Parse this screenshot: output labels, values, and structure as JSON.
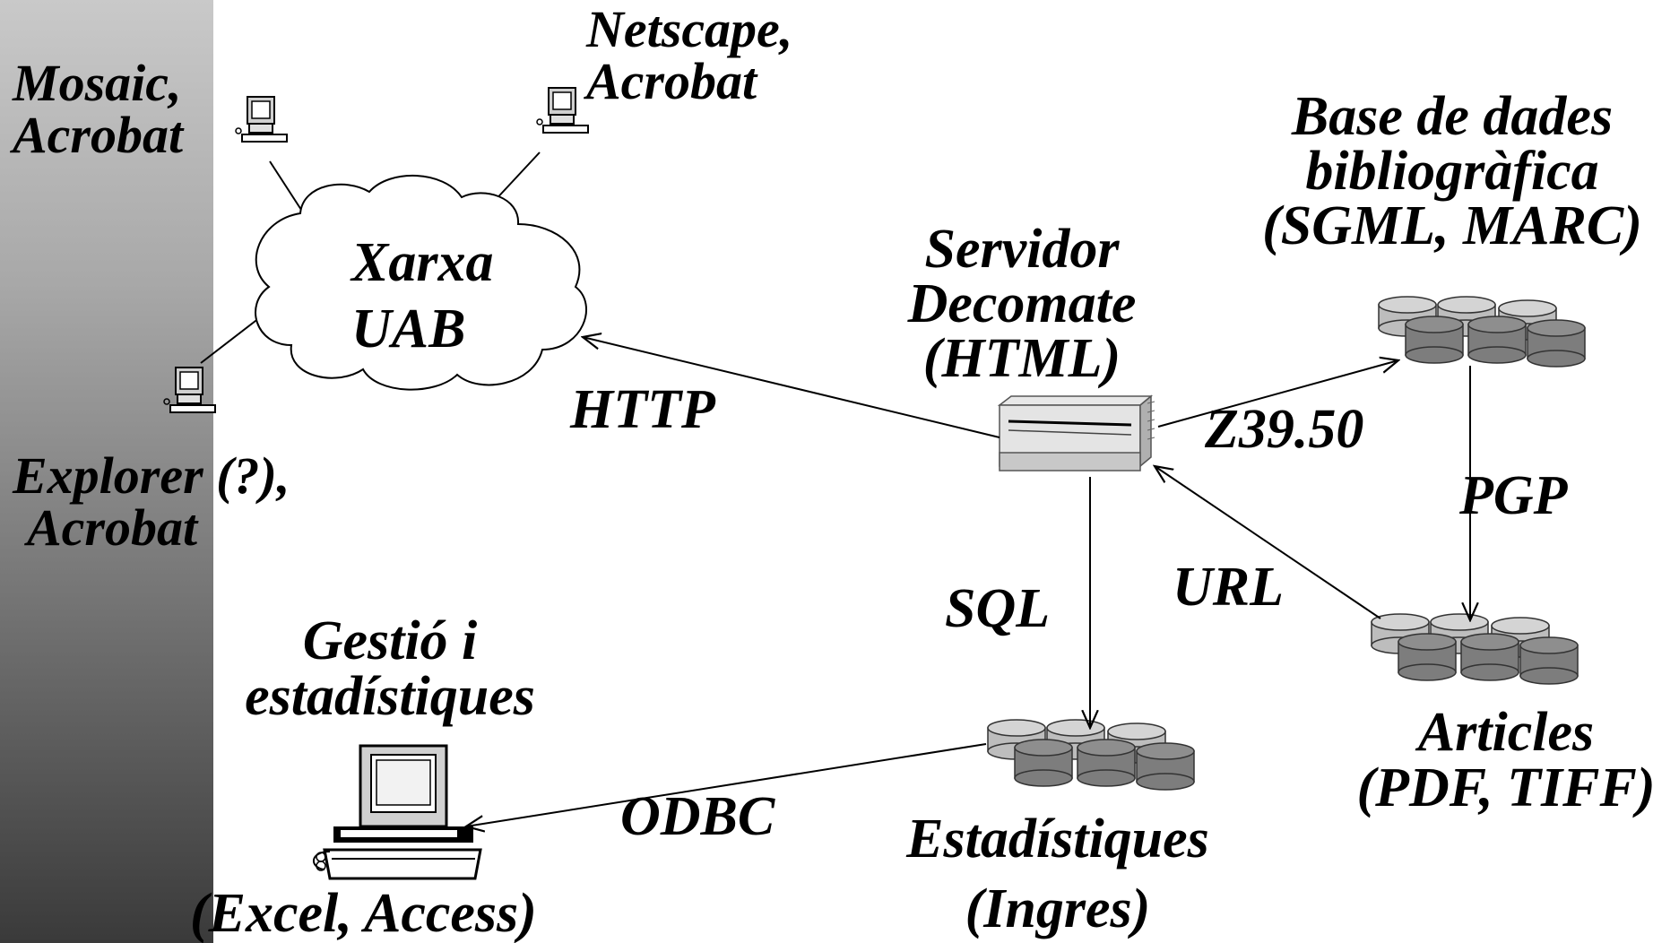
{
  "nodes": {
    "client_mosaic": [
      "Mosaic,",
      "Acrobat"
    ],
    "client_netscape": [
      "Netscape,",
      "Acrobat"
    ],
    "client_explorer": [
      "Explorer (?),",
      "Acrobat"
    ],
    "network": [
      "Xarxa",
      "UAB"
    ],
    "server": [
      "Servidor",
      "Decomate",
      "(HTML)"
    ],
    "bib_db": [
      "Base de dades",
      "bibliogràfica",
      "(SGML, MARC)"
    ],
    "articles_db": [
      "Articles",
      "(PDF, TIFF)"
    ],
    "stats_db": [
      "Estadístiques",
      "(Ingres)"
    ],
    "management": [
      "Gestió i",
      "estadístiques",
      "(Excel, Access)"
    ]
  },
  "edges": {
    "http": "HTTP",
    "z3950": "Z39.50",
    "pgp": "PGP",
    "url": "URL",
    "sql": "SQL",
    "odbc": "ODBC"
  },
  "colors": {
    "background": "#ffffff",
    "sidebar_top": "#c9c9c9",
    "sidebar_bottom": "#3a3a3a",
    "line": "#000000",
    "db_light": "#bdbdbd",
    "db_dark": "#7d7d7d",
    "server_body": "#d8d8d8"
  },
  "icons": {
    "client": "desktop-computer-icon",
    "server": "server-box-icon",
    "database": "database-cluster-icon",
    "network": "cloud-icon"
  }
}
